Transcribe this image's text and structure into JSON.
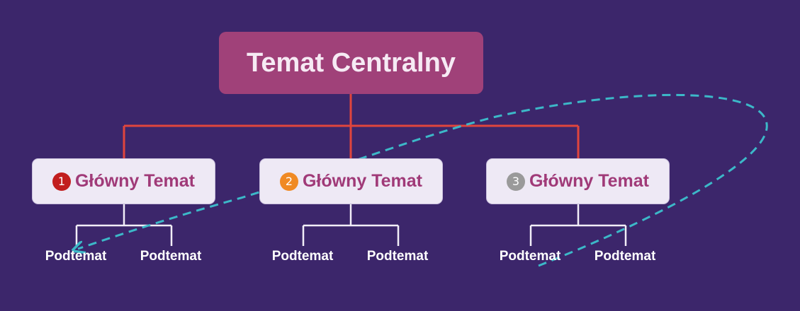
{
  "central_topic": {
    "label": "Temat Centralny"
  },
  "main_topics": [
    {
      "number": "1",
      "label": "Główny Temat",
      "badge_color": "#c21e1e",
      "subtopics": [
        "Podtemat",
        "Podtemat"
      ]
    },
    {
      "number": "2",
      "label": "Główny Temat",
      "badge_color": "#f08a24",
      "subtopics": [
        "Podtemat",
        "Podtemat"
      ]
    },
    {
      "number": "3",
      "label": "Główny Temat",
      "badge_color": "#9a9a9a",
      "subtopics": [
        "Podtemat",
        "Podtemat"
      ]
    }
  ],
  "colors": {
    "background": "#3c266b",
    "central_fill": "#a04179",
    "main_fill": "#eee9f5",
    "main_text": "#a03a78",
    "connector_main": "#e0453d",
    "connector_sub": "#ffffff",
    "relation_arrow": "#3cb8c8"
  }
}
